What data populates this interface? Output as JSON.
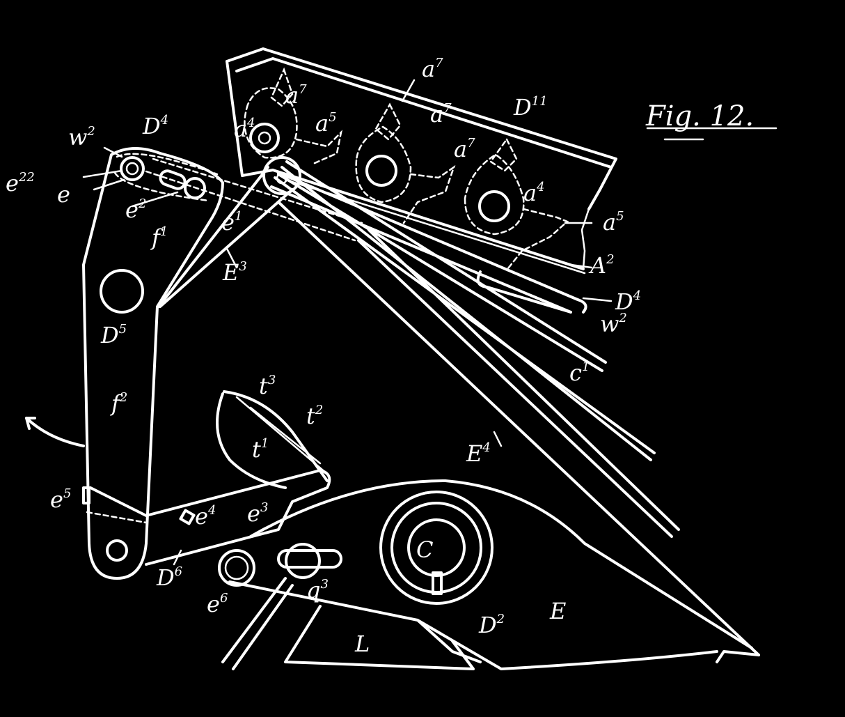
{
  "figure": {
    "title": "Fig. 12.",
    "labels": [
      {
        "id": "a7-top",
        "base": "a",
        "sup": "7"
      },
      {
        "id": "a7-mid",
        "base": "a",
        "sup": "7"
      },
      {
        "id": "a7-right",
        "base": "a",
        "sup": "7"
      },
      {
        "id": "a7-upper",
        "base": "a",
        "sup": "7"
      },
      {
        "id": "a4-left",
        "base": "a",
        "sup": "4"
      },
      {
        "id": "a4-right",
        "base": "a",
        "sup": "4"
      },
      {
        "id": "a5-left",
        "base": "a",
        "sup": "5"
      },
      {
        "id": "a5-right",
        "base": "a",
        "sup": "5"
      },
      {
        "id": "D11",
        "base": "D",
        "sup": "11"
      },
      {
        "id": "D4-top",
        "base": "D",
        "sup": "4"
      },
      {
        "id": "D4-right",
        "base": "D",
        "sup": "4"
      },
      {
        "id": "w2-left",
        "base": "w",
        "sup": "2"
      },
      {
        "id": "w2-right",
        "base": "w",
        "sup": "2"
      },
      {
        "id": "e22",
        "base": "e",
        "sup": "22"
      },
      {
        "id": "e",
        "base": "e",
        "sup": ""
      },
      {
        "id": "e2",
        "base": "e",
        "sup": "2"
      },
      {
        "id": "e1",
        "base": "e",
        "sup": "1"
      },
      {
        "id": "f1",
        "base": "f",
        "sup": "1"
      },
      {
        "id": "E3",
        "base": "E",
        "sup": "3"
      },
      {
        "id": "A2",
        "base": "A",
        "sup": "2"
      },
      {
        "id": "D5",
        "base": "D",
        "sup": "5"
      },
      {
        "id": "c1",
        "base": "c",
        "sup": "1"
      },
      {
        "id": "f2",
        "base": "f",
        "sup": "2"
      },
      {
        "id": "t3",
        "base": "t",
        "sup": "3"
      },
      {
        "id": "t2",
        "base": "t",
        "sup": "2"
      },
      {
        "id": "t1",
        "base": "t",
        "sup": "1"
      },
      {
        "id": "E4",
        "base": "E",
        "sup": "4"
      },
      {
        "id": "e5",
        "base": "e",
        "sup": "5"
      },
      {
        "id": "e4",
        "base": "e",
        "sup": "4"
      },
      {
        "id": "e3",
        "base": "e",
        "sup": "3"
      },
      {
        "id": "C",
        "base": "C",
        "sup": ""
      },
      {
        "id": "D6",
        "base": "D",
        "sup": "6"
      },
      {
        "id": "e6",
        "base": "e",
        "sup": "6"
      },
      {
        "id": "q3",
        "base": "q",
        "sup": "3"
      },
      {
        "id": "E",
        "base": "E",
        "sup": ""
      },
      {
        "id": "D2",
        "base": "D",
        "sup": "2"
      },
      {
        "id": "L",
        "base": "L",
        "sup": ""
      }
    ]
  },
  "colors": {
    "background": "#000000",
    "ink": "#ffffff"
  }
}
